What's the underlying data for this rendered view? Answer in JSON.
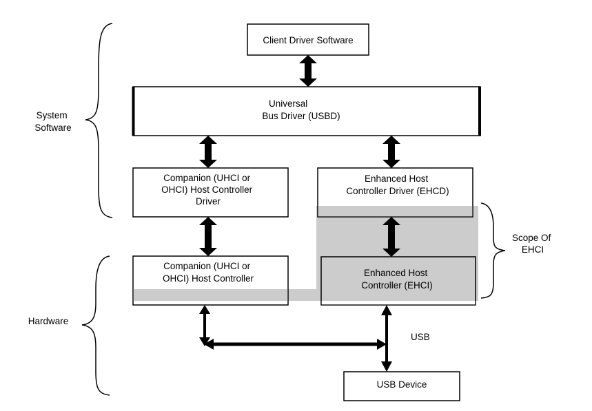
{
  "diagram": {
    "title": "USB Host Controller Architecture with EHCI",
    "colors": {
      "line": "#000000",
      "scope_shade": "#cccccc",
      "box_fill": "#ffffff"
    },
    "nodes": {
      "client_driver": {
        "label": [
          "Client Driver Software"
        ]
      },
      "usbd": {
        "label": [
          "Universal",
          "Bus Driver (USBD)"
        ]
      },
      "companion_driver": {
        "label": [
          "Companion (UHCI or",
          "OHCI) Host Controller",
          "Driver"
        ]
      },
      "ehcd": {
        "label": [
          "Enhanced Host",
          "Controller Driver (EHCD)"
        ]
      },
      "companion_controller": {
        "label": [
          "Companion (UHCI or",
          "OHCI) Host Controller"
        ]
      },
      "ehci": {
        "label": [
          "Enhanced Host",
          "Controller (EHCI)"
        ]
      },
      "usb_device": {
        "label": [
          "USB Device"
        ]
      }
    },
    "groups": {
      "system_software": {
        "label": [
          "System",
          "Software"
        ]
      },
      "hardware": {
        "label": [
          "Hardware"
        ]
      },
      "scope_ehci": {
        "label": [
          "Scope Of",
          "EHCI"
        ]
      }
    },
    "edges": [
      {
        "from": "client_driver",
        "to": "usbd",
        "style": "bidirectional-thick"
      },
      {
        "from": "usbd",
        "to": "companion_driver",
        "style": "bidirectional-thick"
      },
      {
        "from": "usbd",
        "to": "ehcd",
        "style": "bidirectional-thick"
      },
      {
        "from": "companion_driver",
        "to": "companion_controller",
        "style": "bidirectional-thick"
      },
      {
        "from": "ehcd",
        "to": "ehci",
        "style": "bidirectional-thick"
      },
      {
        "from": "companion_controller",
        "to": "usb_bus",
        "style": "bidirectional-thin"
      },
      {
        "from": "ehci",
        "to": "usb_device",
        "style": "bidirectional-thin"
      },
      {
        "from": "companion_controller",
        "to": "ehci",
        "style": "bidirectional-bus"
      }
    ],
    "bus_label": "USB"
  }
}
